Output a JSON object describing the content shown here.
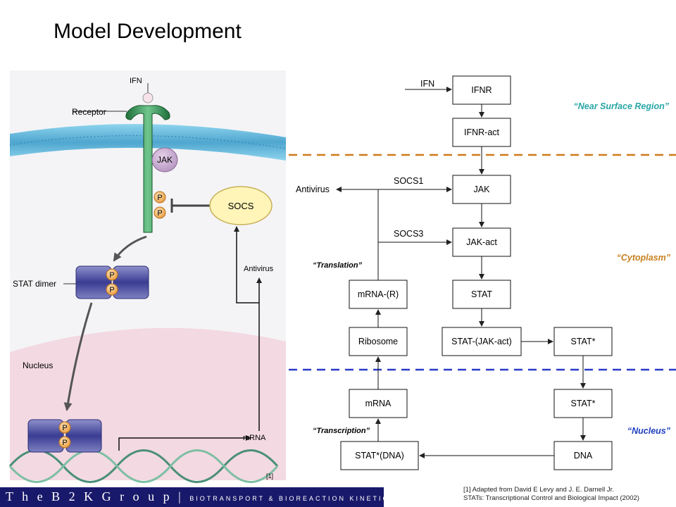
{
  "title": "Model Development",
  "illustration": {
    "ifn": "IFN",
    "receptor": "Receptor",
    "jak": "JAK",
    "p": "P",
    "socs": "SOCS",
    "antivirus": "Antivirus",
    "stat_dimer": "STAT dimer",
    "nucleus": "Nucleus",
    "mrna": "mRNA",
    "ref_mark": "[1]"
  },
  "flow": {
    "boxes": {
      "ifnr": "IFNR",
      "ifnr_act": "IFNR-act",
      "jak": "JAK",
      "jak_act": "JAK-act",
      "stat": "STAT",
      "stat_jak_act": "STAT-(JAK-act)",
      "stat_star_1": "STAT*",
      "stat_star_2": "STAT*",
      "dna": "DNA",
      "stat_dna": "STAT*(DNA)",
      "mrna": "mRNA",
      "ribosome": "Ribosome",
      "mrna_r": "mRNA-(R)"
    },
    "labels": {
      "ifn": "IFN",
      "socs1": "SOCS1",
      "socs3": "SOCS3",
      "antivirus": "Antivirus",
      "translation": "“Translation”",
      "transcription": "“Transcription”"
    },
    "regions": {
      "near_surface": "“Near Surface Region”",
      "cytoplasm": "“Cytoplasm”",
      "nucleus": "“Nucleus”"
    },
    "colors": {
      "near_surface": "#2aa6a6",
      "cytoplasm": "#c8801e",
      "nucleus": "#2040c0",
      "dash_orange": "#d07a1a",
      "dash_blue": "#2a3ac8"
    }
  },
  "footer": {
    "brand": "T h e  B 2 K  G r o u p",
    "separator": "|",
    "tagline": "BIOTRANSPORT & BIOREACTION KINETICS"
  },
  "reference": {
    "line1": "[1] Adapted from David E Levy and J. E. Darnell Jr.",
    "line2": "STATs: Transcriptional Control and Biological Impact (2002)"
  }
}
